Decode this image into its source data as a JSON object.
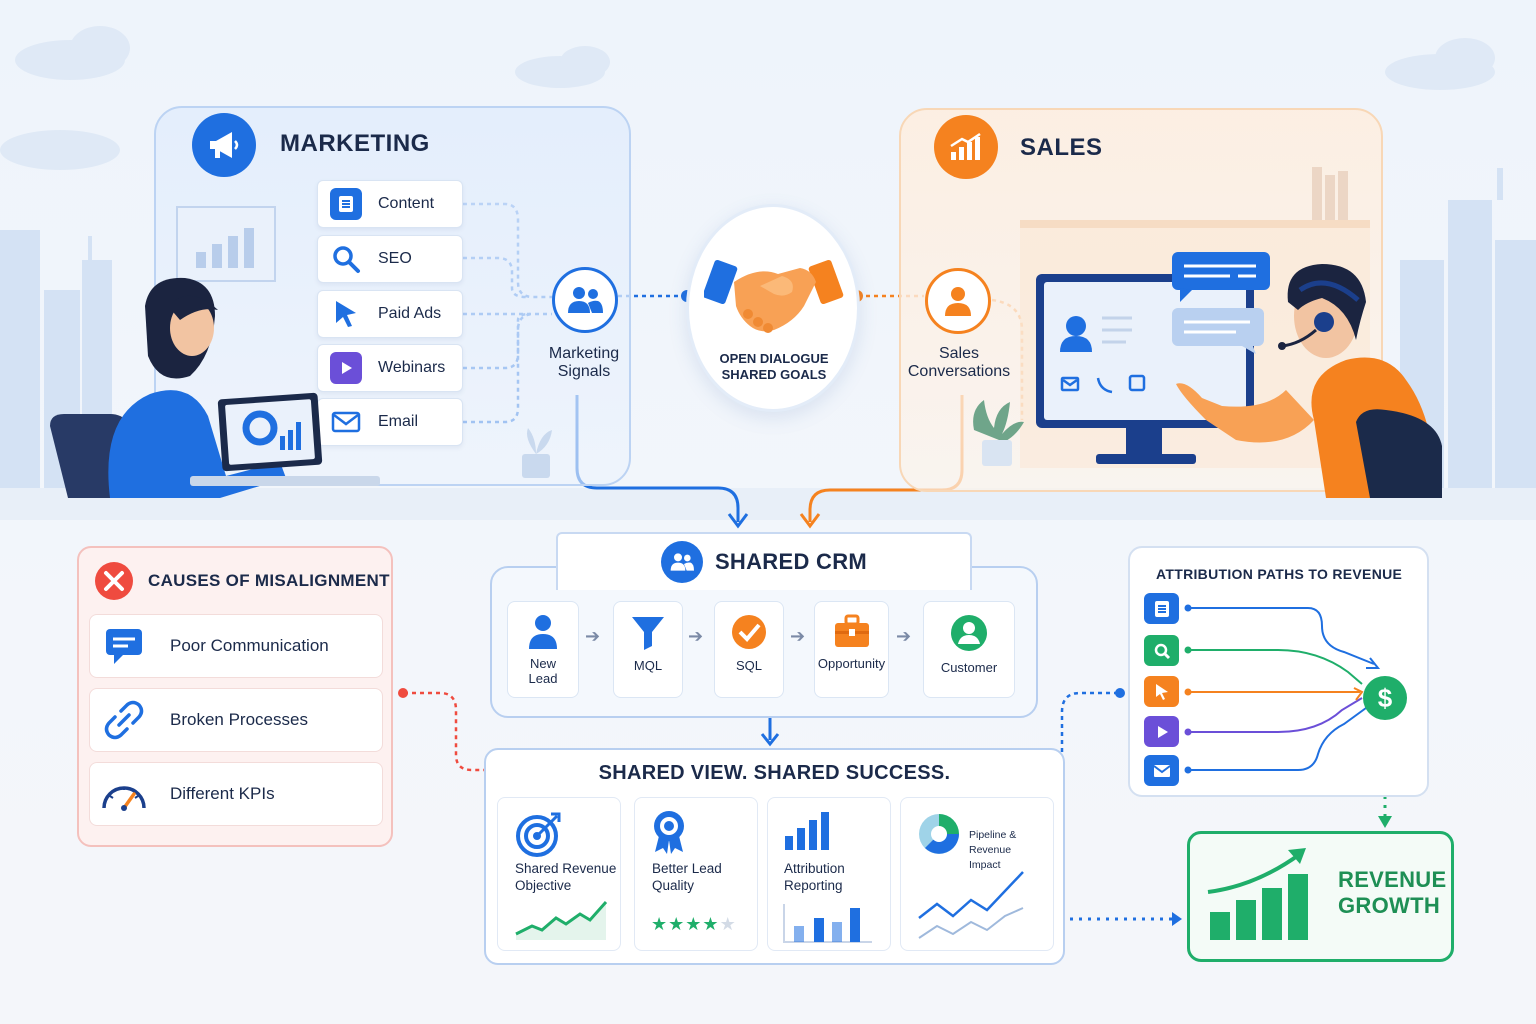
{
  "colors": {
    "marketing_blue": "#1f6fe0",
    "sales_orange": "#f5821f",
    "success_green": "#1fae6a",
    "misalignment_red": "#ef4b3f",
    "text_dark": "#1b2a4a"
  },
  "marketing": {
    "title": "MARKETING",
    "icon": "megaphone-icon",
    "channels": [
      {
        "label": "Content",
        "icon": "document-icon"
      },
      {
        "label": "SEO",
        "icon": "search-icon"
      },
      {
        "label": "Paid Ads",
        "icon": "cursor-icon"
      },
      {
        "label": "Webinars",
        "icon": "play-icon"
      },
      {
        "label": "Email",
        "icon": "envelope-icon"
      }
    ],
    "signals_label_1": "Marketing",
    "signals_label_2": "Signals"
  },
  "center": {
    "line1": "OPEN DIALOGUE",
    "line2": "SHARED GOALS",
    "icon": "handshake-icon"
  },
  "sales": {
    "title": "SALES",
    "icon": "bar-chart-icon",
    "conversations_label_1": "Sales",
    "conversations_label_2": "Conversations"
  },
  "crm": {
    "title": "SHARED CRM",
    "stages": [
      {
        "label": "New\nLead",
        "icon": "person-icon"
      },
      {
        "label": "MQL",
        "icon": "funnel-icon"
      },
      {
        "label": "SQL",
        "icon": "check-circle-icon"
      },
      {
        "label": "Opportunity",
        "icon": "briefcase-icon"
      },
      {
        "label": "Customer",
        "icon": "customer-icon"
      }
    ]
  },
  "misalignment": {
    "title": "CAUSES OF MISALIGNMENT",
    "items": [
      {
        "label": "Poor Communication",
        "icon": "chat-icon"
      },
      {
        "label": "Broken Processes",
        "icon": "broken-link-icon"
      },
      {
        "label": "Different KPIs",
        "icon": "gauge-icon"
      }
    ]
  },
  "success": {
    "title": "SHARED VIEW. SHARED SUCCESS.",
    "cards": [
      {
        "line1": "Shared Revenue",
        "line2": "Objective",
        "icon": "target-icon"
      },
      {
        "line1": "Better Lead",
        "line2": "Quality",
        "icon": "award-icon",
        "rating": 4,
        "rating_max": 5
      },
      {
        "line1": "Attribution",
        "line2": "Reporting",
        "icon": "bar-chart-icon"
      },
      {
        "line1": "Pipeline & Revenue",
        "line2": "Impact",
        "icon": "pie-chart-icon"
      }
    ]
  },
  "attribution": {
    "title": "ATTRIBUTION PATHS TO REVENUE",
    "paths": [
      {
        "icon": "document-icon",
        "color": "#1f6fe0"
      },
      {
        "icon": "search-icon",
        "color": "#1fae6a"
      },
      {
        "icon": "cursor-icon",
        "color": "#f5821f"
      },
      {
        "icon": "play-icon",
        "color": "#6b4fd8"
      },
      {
        "icon": "envelope-icon",
        "color": "#1f6fe0"
      }
    ],
    "target_icon": "dollar-icon"
  },
  "revenue": {
    "line1": "REVENUE",
    "line2": "GROWTH",
    "icon": "growth-chart-icon"
  }
}
